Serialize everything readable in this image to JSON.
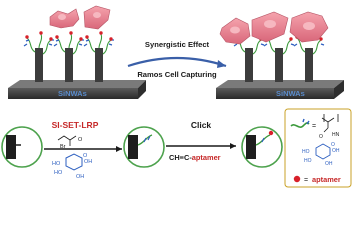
{
  "top_panel": {
    "left_substrate_label": "SiNWAs",
    "right_substrate_label": "SiNWAs",
    "arrow_label_top": "Synergistic Effect",
    "arrow_label_bottom": "Ramos Cell Capturing"
  },
  "bottom_panel": {
    "step1_label": "SI-SET-LRP",
    "step2_label": "Click",
    "step2_reagent_alkyne": "CH≡C-",
    "step2_reagent_aptamer": "aptamer",
    "legend_equals_1": "=",
    "legend_equals_2": "=",
    "legend_aptamer_label": "aptamer",
    "sugar_oh_labels": [
      "HO",
      "HO",
      "OH",
      "OH",
      "O"
    ],
    "legend_structure_labels": [
      "O",
      "HN"
    ],
    "legend_sugar_oh_labels": [
      "HO",
      "HO",
      "OH",
      "OH",
      "O"
    ],
    "reagent_labels": [
      "O",
      "Br"
    ]
  },
  "colors": {
    "substrate_dark": "#3a3a3a",
    "substrate_light": "#6b6b6b",
    "substrate_label": "#5a8ccc",
    "cell_pink": "#f08a96",
    "cell_shadow": "#c25f6e",
    "brush_green": "#3c9a3c",
    "brush_blue": "#2d5fc0",
    "aptamer_red": "#d8202a",
    "arrow_blue": "#3a5fa8",
    "circle_green": "#4da24d",
    "step_text_red": "#c62828",
    "legend_border": "#c9a227"
  }
}
